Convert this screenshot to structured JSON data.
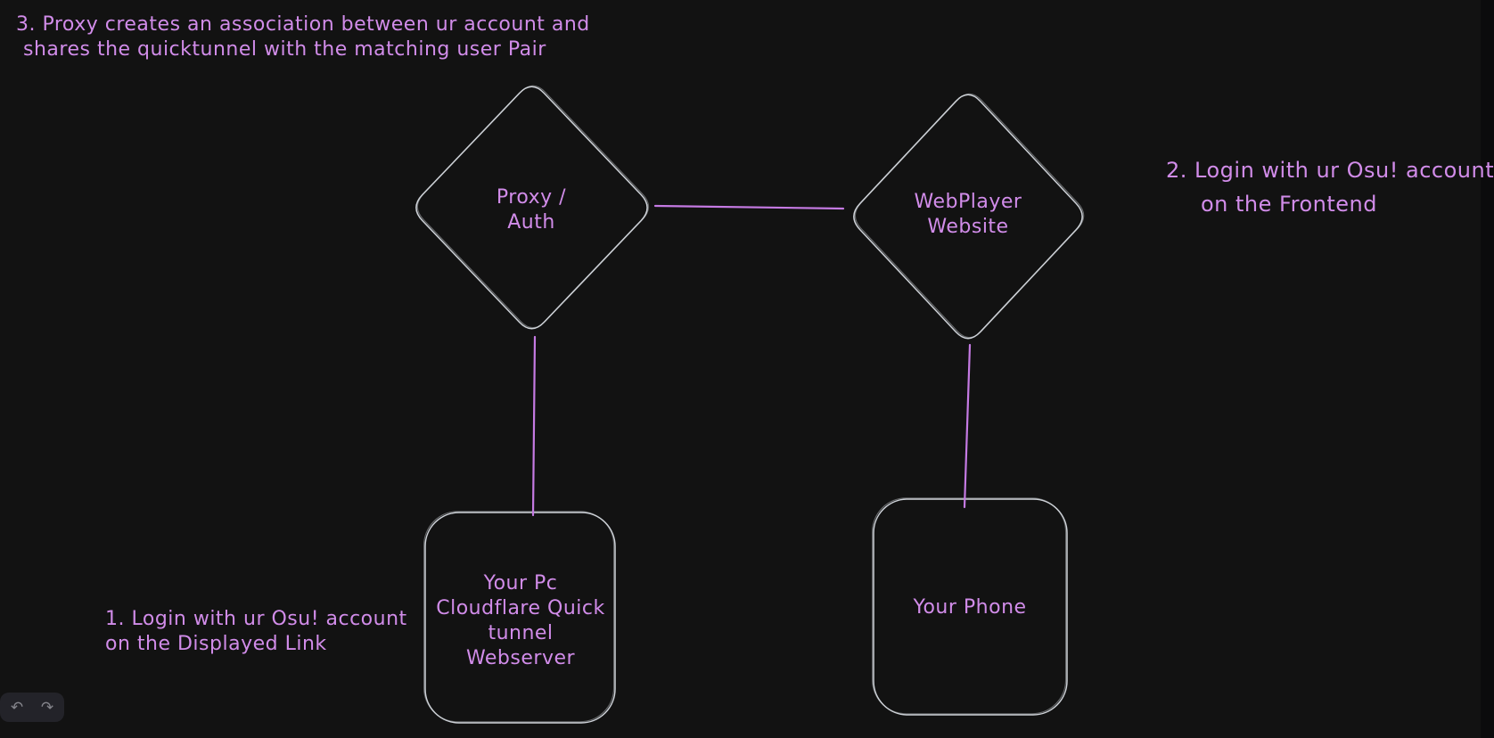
{
  "canvas": {
    "background_color": "#121212",
    "shape_stroke_color": "#ced2d8",
    "accent_color": "#d18ce9",
    "connector_color": "#c57ae3",
    "toolbar_bg_color": "#232329",
    "toolbar_icon_color": "#85858c"
  },
  "annotations": {
    "step1": {
      "lines": [
        "1. Login with ur Osu! account",
        "on the Displayed Link"
      ]
    },
    "step2": {
      "lines": [
        "2. Login with ur Osu! account",
        "on the Frontend"
      ]
    },
    "step3": {
      "lines": [
        "3. Proxy creates an association between ur account and",
        "shares the quicktunnel with the matching user Pair"
      ]
    }
  },
  "nodes": {
    "proxy_auth": {
      "shape": "diamond",
      "lines": [
        "Proxy /",
        "Auth"
      ]
    },
    "webplayer": {
      "shape": "diamond",
      "lines": [
        "WebPlayer",
        "Website"
      ]
    },
    "pc_tunnel": {
      "shape": "rounded-rectangle",
      "lines": [
        "Your Pc",
        "Cloudflare Quick",
        "tunnel",
        "Webserver"
      ]
    },
    "phone": {
      "shape": "rounded-rectangle",
      "lines": [
        "Your Phone"
      ]
    }
  },
  "connectors": [
    {
      "from": "proxy_auth",
      "to": "webplayer"
    },
    {
      "from": "proxy_auth",
      "to": "pc_tunnel"
    },
    {
      "from": "webplayer",
      "to": "phone"
    }
  ],
  "toolbar": {
    "undo": {
      "icon": "undo-icon",
      "glyph": "↶"
    },
    "redo": {
      "icon": "redo-icon",
      "glyph": "↷"
    }
  }
}
